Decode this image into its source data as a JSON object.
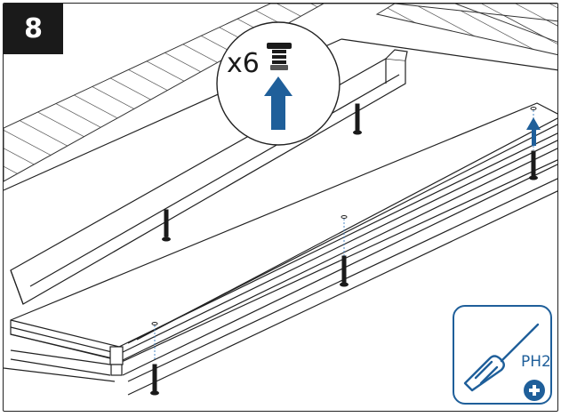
{
  "step": {
    "number": "8"
  },
  "callout": {
    "quantity": "x6",
    "part": "screw-icon"
  },
  "tool": {
    "label": "PH2",
    "icon": "screwdriver-icon",
    "tip": "plus-icon"
  },
  "colors": {
    "accent_blue": "#1f5f9a",
    "ink": "#1a1a1a"
  }
}
